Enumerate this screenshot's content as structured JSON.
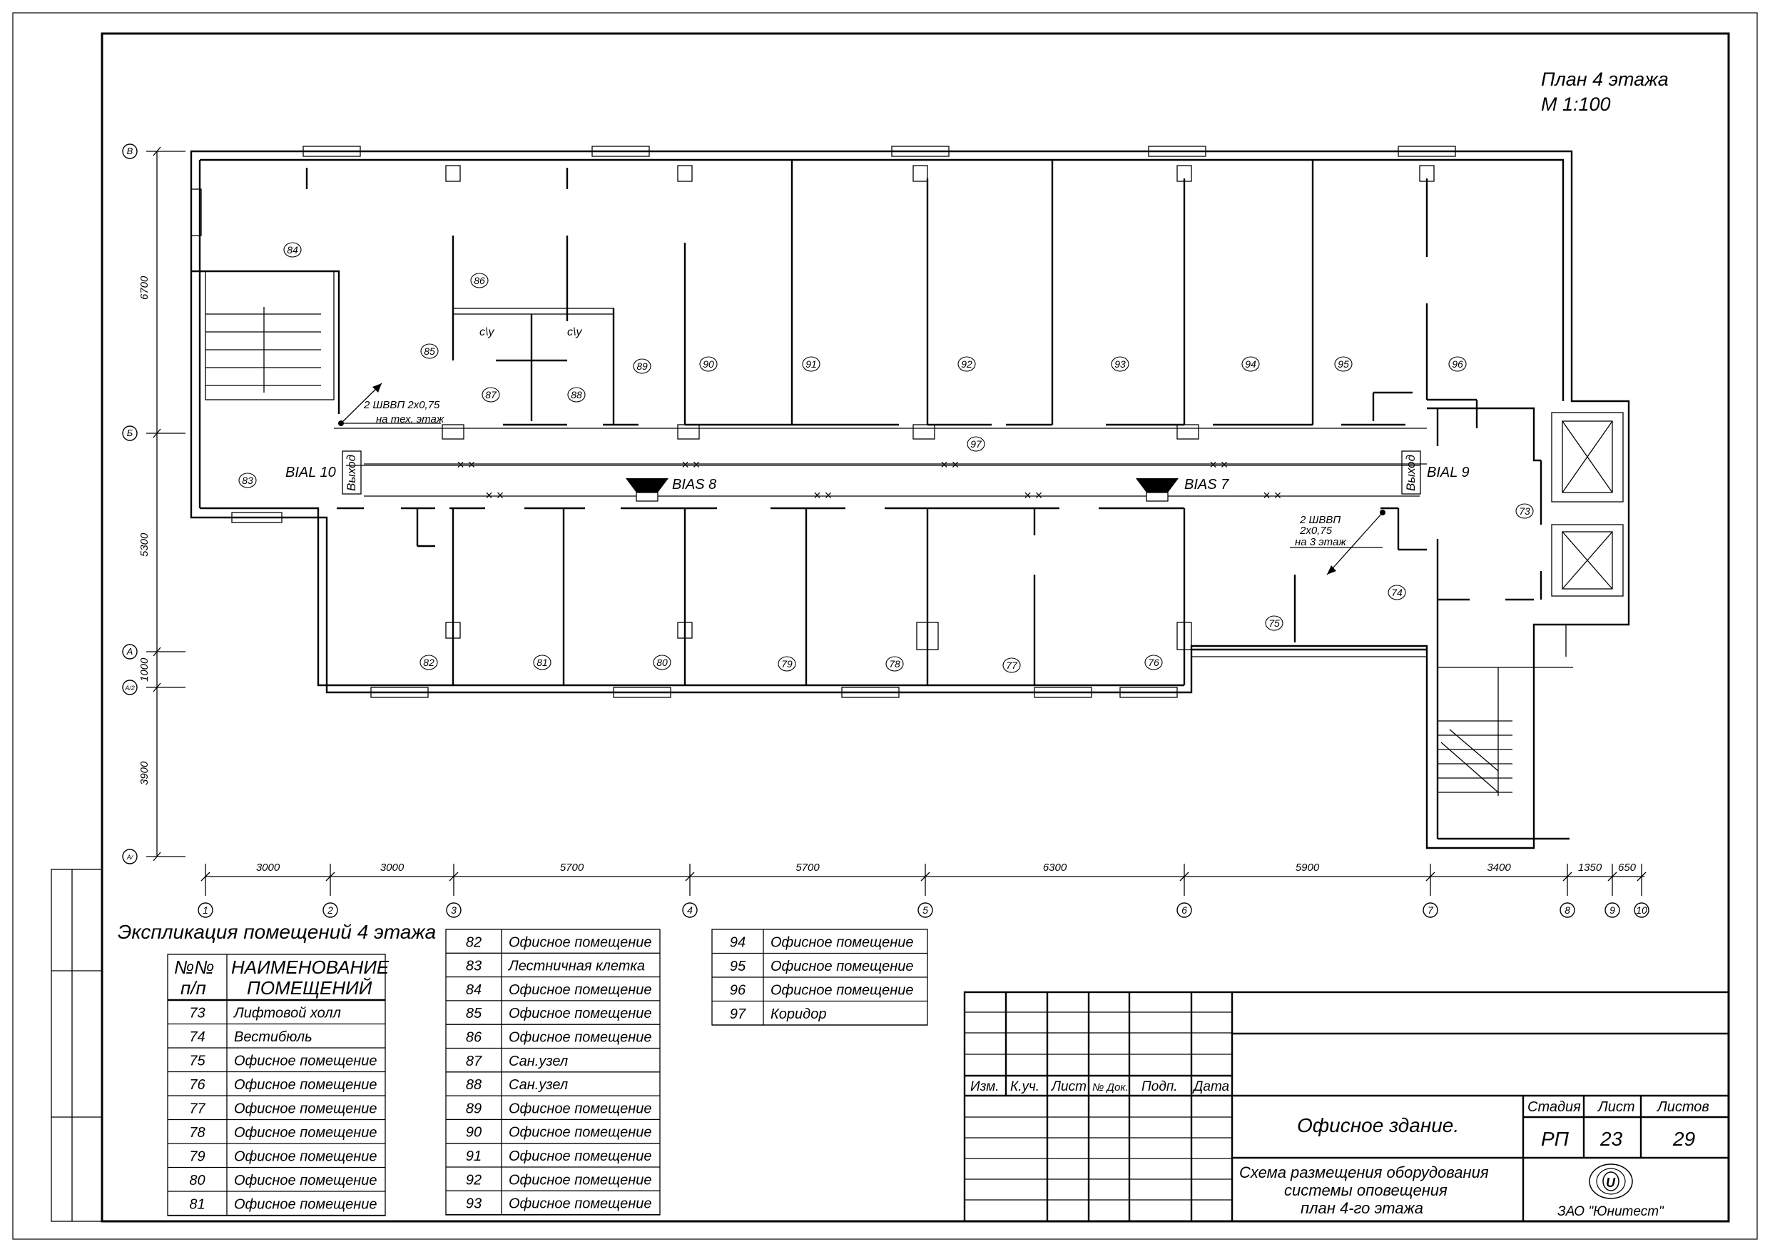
{
  "title": {
    "line1": "План 4 этажа",
    "line2": "М 1:100"
  },
  "axes": {
    "rows": [
      {
        "id": "row-v",
        "label": "В"
      },
      {
        "id": "row-b",
        "label": "Б"
      },
      {
        "id": "row-a",
        "label": "А"
      },
      {
        "id": "row-a2",
        "label": "А/2"
      },
      {
        "id": "row-a1",
        "label": "А/"
      }
    ],
    "cols": [
      "1",
      "2",
      "3",
      "4",
      "5",
      "6",
      "7",
      "8",
      "9",
      "10"
    ]
  },
  "dims": {
    "horizontal": [
      "3000",
      "3000",
      "5700",
      "5700",
      "6300",
      "5900",
      "3400",
      "1350",
      "650"
    ],
    "vertical": [
      "6700",
      "5300",
      "1000",
      "3900"
    ]
  },
  "rooms": [
    "73",
    "74",
    "75",
    "76",
    "77",
    "78",
    "79",
    "80",
    "81",
    "82",
    "83",
    "84",
    "85",
    "86",
    "87",
    "88",
    "89",
    "90",
    "91",
    "92",
    "93",
    "94",
    "95",
    "96",
    "97"
  ],
  "toilet_label": "с\\у",
  "exit_label": "Выход",
  "devices": {
    "bial10": "BIAL 10",
    "bial9": "BIAL 9",
    "bias8": "BIAS 8",
    "bias7": "BIAS 7"
  },
  "cables": {
    "left": {
      "line1": "2 ШВВП 2х0,75",
      "line2": "на тех. этаж"
    },
    "right": {
      "line1": "2 ШВВП",
      "line2": "2х0,75",
      "line3": "на 3 этаж"
    }
  },
  "explication": {
    "title": "Экспликация помещений 4 этажа",
    "header": {
      "num1": "№№",
      "num2": "п/п",
      "name1": "НАИМЕНОВАНИЕ",
      "name2": "ПОМЕЩЕНИЙ"
    },
    "col1": [
      {
        "n": "73",
        "name": "Лифтовой холл"
      },
      {
        "n": "74",
        "name": "Вестибюль"
      },
      {
        "n": "75",
        "name": "Офисное помещение"
      },
      {
        "n": "76",
        "name": "Офисное помещение"
      },
      {
        "n": "77",
        "name": "Офисное помещение"
      },
      {
        "n": "78",
        "name": "Офисное помещение"
      },
      {
        "n": "79",
        "name": "Офисное помещение"
      },
      {
        "n": "80",
        "name": "Офисное помещение"
      },
      {
        "n": "81",
        "name": "Офисное помещение"
      }
    ],
    "col2": [
      {
        "n": "82",
        "name": "Офисное помещение"
      },
      {
        "n": "83",
        "name": "Лестничная клетка"
      },
      {
        "n": "84",
        "name": "Офисное помещение"
      },
      {
        "n": "85",
        "name": "Офисное помещение"
      },
      {
        "n": "86",
        "name": "Офисное помещение"
      },
      {
        "n": "87",
        "name": "Сан.узел"
      },
      {
        "n": "88",
        "name": "Сан.узел"
      },
      {
        "n": "89",
        "name": "Офисное помещение"
      },
      {
        "n": "90",
        "name": "Офисное помещение"
      },
      {
        "n": "91",
        "name": "Офисное помещение"
      },
      {
        "n": "92",
        "name": "Офисное помещение"
      },
      {
        "n": "93",
        "name": "Офисное помещение"
      }
    ],
    "col3": [
      {
        "n": "94",
        "name": "Офисное помещение"
      },
      {
        "n": "95",
        "name": "Офисное помещение"
      },
      {
        "n": "96",
        "name": "Офисное помещение"
      },
      {
        "n": "97",
        "name": "Коридор"
      }
    ]
  },
  "stamp": {
    "headers": [
      "Изм.",
      "К.уч.",
      "Лист",
      "№ Док.",
      "Подп.",
      "Дата"
    ],
    "object": "Офисное здание.",
    "drawing1": "Схема размещения оборудования",
    "drawing2": "системы оповещения",
    "drawing3": "план 4-го  этажа",
    "stage_label": "Стадия",
    "sheet_label": "Лист",
    "sheets_label": "Листов",
    "stage": "РП",
    "sheet": "23",
    "sheets": "29",
    "company": "ЗАО \"Юнитест\"",
    "logo_letter": "U"
  }
}
